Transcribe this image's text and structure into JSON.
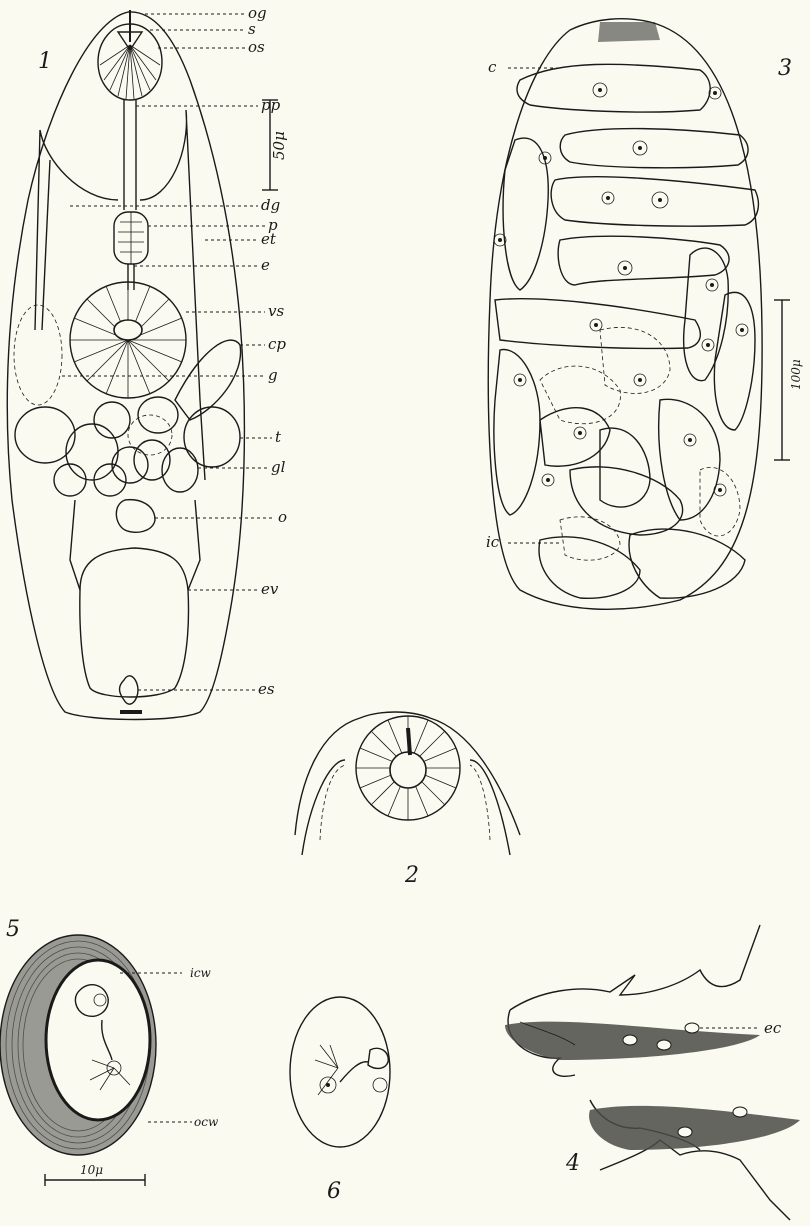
{
  "figures": [
    {
      "id": "1",
      "label": "1"
    },
    {
      "id": "2",
      "label": "2"
    },
    {
      "id": "3",
      "label": "3"
    },
    {
      "id": "4",
      "label": "4"
    },
    {
      "id": "5",
      "label": "5"
    },
    {
      "id": "6",
      "label": "6"
    }
  ],
  "fig1_labels": {
    "og": "og",
    "s": "s",
    "os": "os",
    "pp": "pp",
    "dg": "dg",
    "p": "p",
    "et": "et",
    "e": "e",
    "vs": "vs",
    "cp": "cp",
    "g": "g",
    "t": "t",
    "gl": "gl",
    "o": "o",
    "ev": "ev",
    "es": "es"
  },
  "fig3_labels": {
    "c": "c",
    "ic": "ic"
  },
  "fig4_labels": {
    "ec": "ec"
  },
  "fig5_labels": {
    "icw": "icw",
    "ocw": "ocw"
  },
  "scale_bars": {
    "fig1": "50μ",
    "fig3": "100μ",
    "fig5": "10μ"
  }
}
